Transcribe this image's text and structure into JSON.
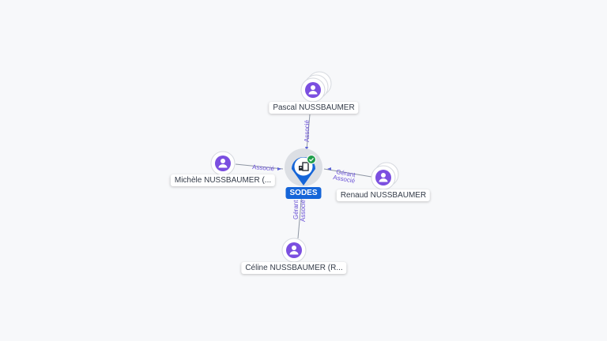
{
  "center": {
    "name": "SODES",
    "icon": "company-building-icon",
    "badge_icon": "verified-check-icon"
  },
  "people": [
    {
      "name": "Pascal NUSSBAUMER",
      "icon": "person-icon",
      "roles": [
        "Associé"
      ]
    },
    {
      "name": "Michèle NUSSBAUMER (...",
      "icon": "person-icon",
      "roles": [
        "Associé"
      ]
    },
    {
      "name": "Renaud NUSSBAUMER",
      "icon": "person-icon",
      "roles": [
        "Gérant",
        "Associé"
      ]
    },
    {
      "name": "Céline NUSSBAUMER (R...",
      "icon": "person-icon",
      "roles": [
        "Gérant",
        "Associé"
      ]
    }
  ],
  "colors": {
    "person": "#7b4fe0",
    "company": "#1565d8",
    "badge": "#1e9e4a",
    "edge_text": "#6a52d6"
  }
}
